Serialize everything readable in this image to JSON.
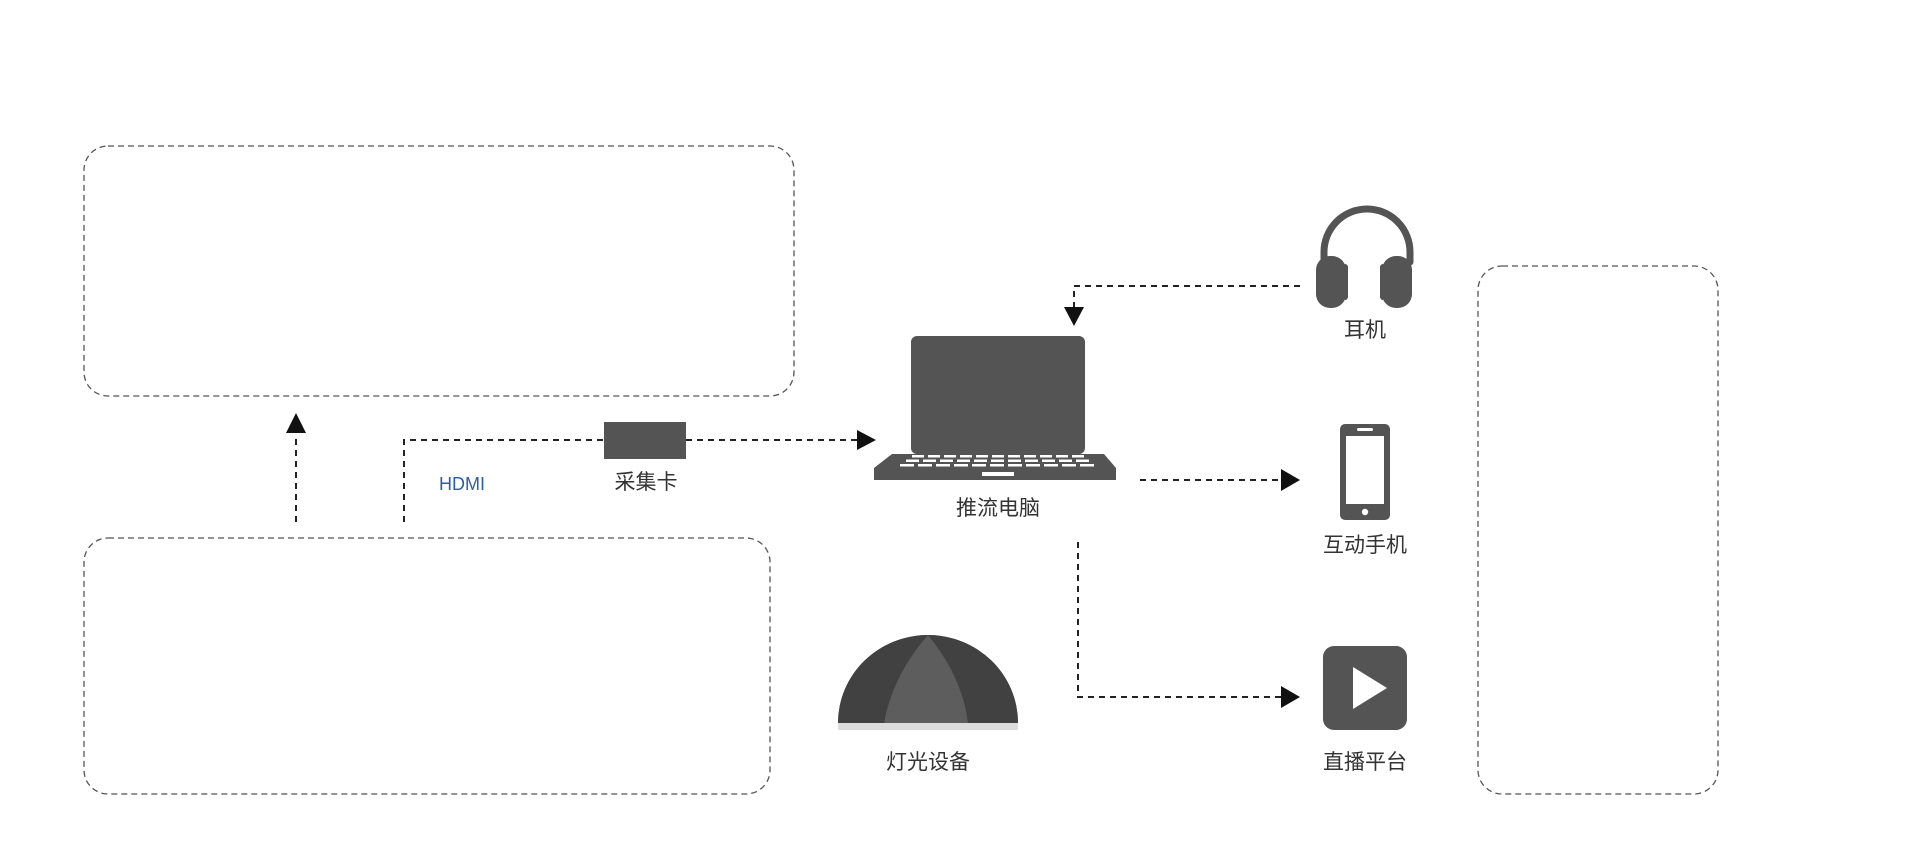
{
  "labels": {
    "hdmi": "HDMI",
    "capture_card": "采集卡",
    "streaming_pc": "推流电脑",
    "headphones": "耳机",
    "phone": "互动手机",
    "platform": "直播平台",
    "lighting": "灯光设备"
  },
  "colors": {
    "icon": "#545454",
    "line": "#222222",
    "hdmi_text": "#2f5f9e"
  },
  "icons": {
    "laptop": "laptop-icon",
    "headphones": "headphones-icon",
    "phone": "phone-icon",
    "platform": "play-icon",
    "lighting": "lamp-icon",
    "capture_card": "capture-card-icon"
  }
}
